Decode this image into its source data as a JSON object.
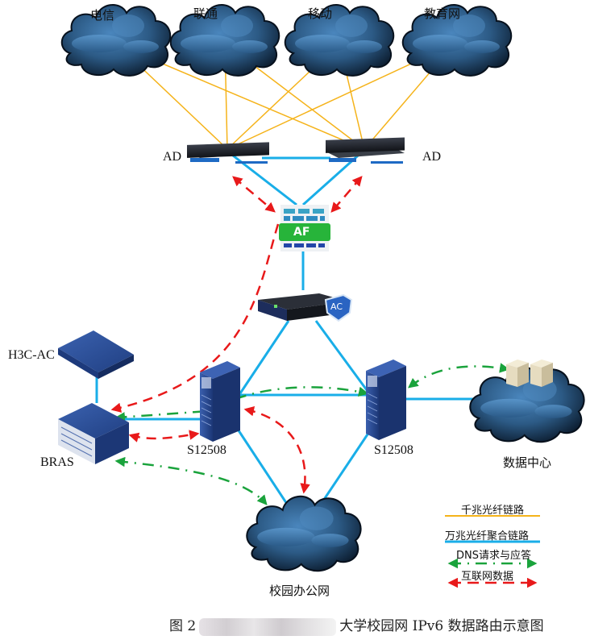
{
  "isps": [
    {
      "name": "电信"
    },
    {
      "name": "联通"
    },
    {
      "name": "移动"
    },
    {
      "name": "教育网"
    }
  ],
  "devices": {
    "ad_left": "AD",
    "ad_right": "AD",
    "firewall": "AF",
    "ac_badge": "AC",
    "h3c_ac": "H3C-AC",
    "bras": "BRAS",
    "switch_left": "S12508",
    "switch_right": "S12508",
    "datacenter": "数据中心",
    "campus": "校园办公网"
  },
  "legend": {
    "gigabit": "千兆光纤链路",
    "ten_gig_agg": "万兆光纤聚合链路",
    "dns": "DNS请求与应答",
    "internet": "互联网数据"
  },
  "colors": {
    "gigabit_line": "#f5b31a",
    "ten_gig_line": "#19aee8",
    "dns_arrow": "#1aa33c",
    "internet_arrow": "#e8191a",
    "firewall_green": "#27b43a",
    "device_blue": "#2a4c94"
  },
  "caption": {
    "prefix": "图 2",
    "suffix": "大学校园网 IPv6 数据路由示意图"
  }
}
